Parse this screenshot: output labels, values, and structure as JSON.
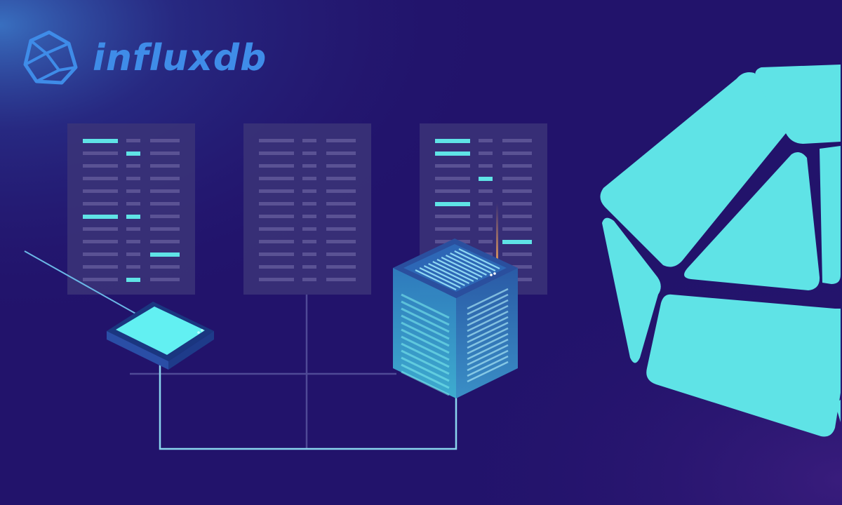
{
  "brand": {
    "name": "influxdb",
    "logo_icon": "influxdb-cuboctahedron-icon"
  },
  "colors": {
    "background": "#22136b",
    "background_glow": "#3a6fc0",
    "brand_blue": "#3f8ce8",
    "cyan": "#5fe3e6",
    "panel": "#3b3478",
    "panel_row": "#5a5294",
    "connector": "#8ad6ee",
    "antenna": "#f0a35a"
  },
  "illustration": {
    "table_panels": 3,
    "devices": [
      "router-device",
      "server-cube"
    ],
    "decorative_shape": "large-influxdb-logo"
  }
}
